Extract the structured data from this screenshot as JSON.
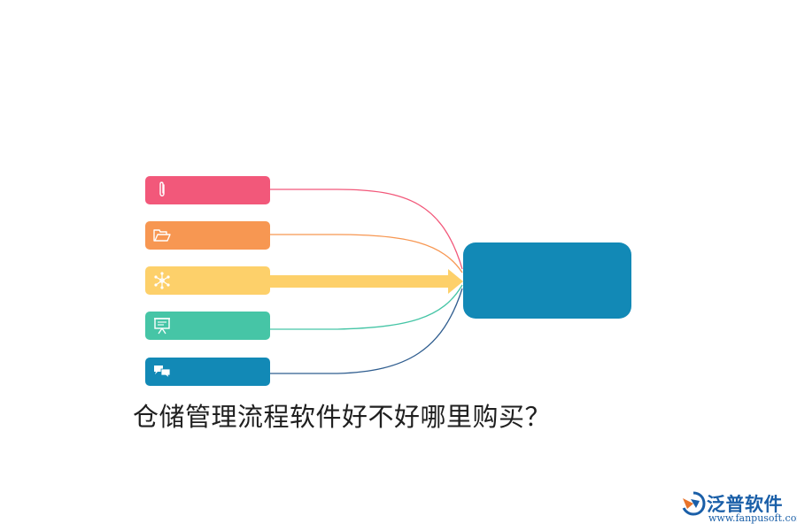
{
  "caption": "仓储管理流程软件好不好哪里购买？",
  "pills": [
    {
      "icon": "paperclip-icon",
      "color": "#f2587a"
    },
    {
      "icon": "folder-icon",
      "color": "#f79752"
    },
    {
      "icon": "network-icon",
      "color": "#fdd06a"
    },
    {
      "icon": "presentation-icon",
      "color": "#46c5a6"
    },
    {
      "icon": "chat-icon",
      "color": "#1289b6"
    }
  ],
  "hub": {
    "color": "#1289b6"
  },
  "logo": {
    "name": "泛普软件",
    "url": "www.fanpusoft.com",
    "color": "#1a5fa8"
  }
}
